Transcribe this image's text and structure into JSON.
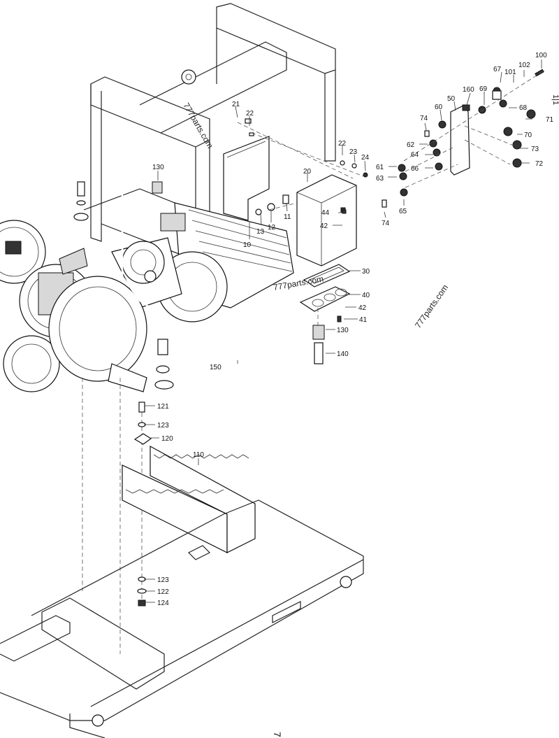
{
  "watermark": "777parts.com",
  "page_number": "7",
  "edge_mark": "1|1",
  "callouts": [
    "100",
    "67",
    "101",
    "102",
    "160",
    "50",
    "60",
    "69",
    "68",
    "71",
    "74",
    "62",
    "70",
    "64",
    "73",
    "61",
    "66",
    "72",
    "63",
    "65",
    "74",
    "21",
    "22",
    "22",
    "23",
    "24",
    "130",
    "20",
    "44",
    "42",
    "11",
    "13",
    "12",
    "10",
    "30",
    "40",
    "42",
    "41",
    "130",
    "140",
    "150",
    "121",
    "123",
    "120",
    "110",
    "123",
    "122",
    "124"
  ]
}
